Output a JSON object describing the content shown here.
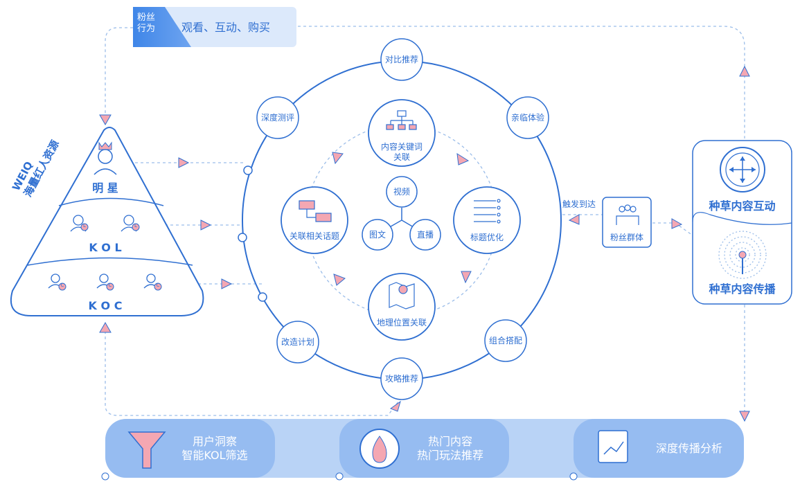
{
  "fan_behavior": {
    "tag": "粉丝\n行为",
    "text": "观看、互动、购买"
  },
  "pyramid": {
    "side_title": "WEIQ\n海量红人资源",
    "tiers": [
      {
        "label": "明 星",
        "badge": ""
      },
      {
        "label": "K O L",
        "badge": "L"
      },
      {
        "label": "K O C",
        "badge": "C"
      }
    ]
  },
  "outer_ring": [
    "对比推荐",
    "亲临体验",
    "组合搭配",
    "攻略推荐",
    "改造计划",
    "深度测评"
  ],
  "inner_ring": [
    "内容关键词\n关联",
    "标题优化",
    "地理位置关联",
    "关联相关话题"
  ],
  "center": [
    "视频",
    "图文",
    "直播"
  ],
  "trigger_label": "触发到达",
  "fan_group": "粉丝群体",
  "right_panel": [
    "种草内容互动",
    "种草内容传播"
  ],
  "bottom_steps": [
    {
      "text": "用户洞察\n智能KOL筛选"
    },
    {
      "text": "热门内容\n热门玩法推荐"
    },
    {
      "text": "深度传播分析"
    }
  ],
  "colors": {
    "primary": "#2f6fd1",
    "light": "#dce9fb",
    "panel": "#b9d3f6",
    "accent": "#f4a7b2"
  }
}
